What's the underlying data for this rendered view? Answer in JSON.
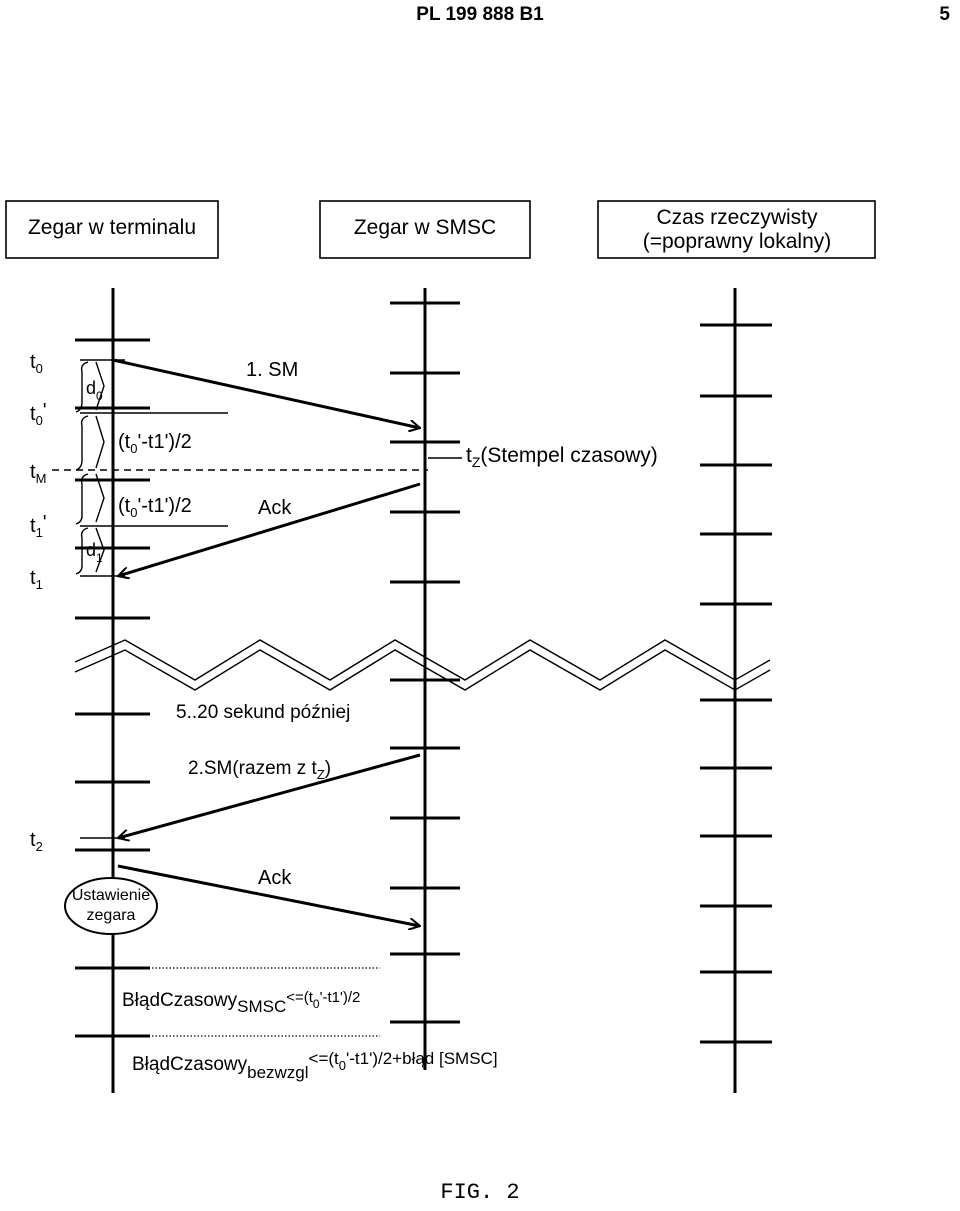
{
  "header": {
    "patent_number": "PL 199 888 B1",
    "page_number": "5"
  },
  "columns": {
    "terminal": "Zegar w terminalu",
    "smsc": "Zegar w SMSC",
    "realtime_line1": "Czas rzeczywisty",
    "realtime_line2": "(=poprawny lokalny)"
  },
  "time_labels": {
    "t0": "t",
    "t0_sub": "0",
    "t0p": "t",
    "t0p_sub": "0",
    "t0p_prime": "'",
    "tM": "t",
    "tM_sub": "M",
    "t1p": "t",
    "t1p_sub": "1",
    "t1p_prime": "'",
    "t1": "t",
    "t1_sub": "1",
    "t2": "t",
    "t2_sub": "2"
  },
  "intervals": {
    "d0": "d",
    "d0_sub": "0",
    "d1": "d",
    "d1_sub": "1",
    "half_a_pre": "(t",
    "half_a_sub": "0",
    "half_a_post": "'-t1')/2",
    "half_b_pre": "(t",
    "half_b_sub": "0",
    "half_b_post": "'-t1')/2"
  },
  "messages": {
    "sm1": "1. SM",
    "ack1": "Ack",
    "stamp_pre": "t",
    "stamp_sub": "Z",
    "stamp_post": "(Stempel czasowy)",
    "later": "5..20 sekund później",
    "sm2_pre": "2.SM(razem z t",
    "sm2_sub": "Z",
    "sm2_post": ")",
    "ack2": "Ack"
  },
  "clock_set": {
    "line1": "Ustawienie",
    "line2": "zegara"
  },
  "errors": {
    "smsc_pre": "BłądCzasowy",
    "smsc_sub": "SMSC",
    "smsc_mid": "<=(t",
    "smsc_sub0": "0",
    "smsc_post": "'-t1')/2",
    "abs_pre": "BłądCzasowy",
    "abs_sub": "bezwzgl",
    "abs_mid": "<=(t",
    "abs_sub0": "0",
    "abs_post": "'-t1')/2+błąd [SMSC]"
  },
  "caption": "FIG. 2"
}
